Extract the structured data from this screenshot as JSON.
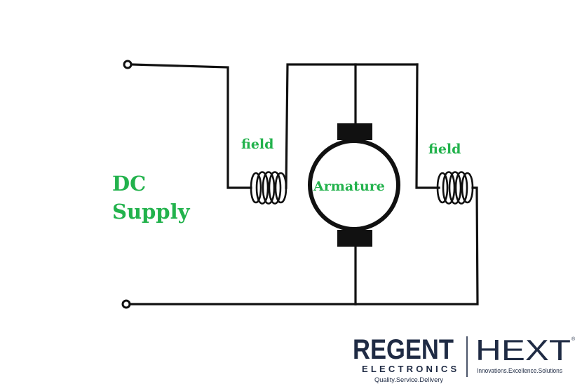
{
  "diagram": {
    "labels": {
      "dc_supply_line1": "DC",
      "dc_supply_line2": "Supply",
      "field_left": "field",
      "field_right": "field",
      "armature": "Armature"
    }
  },
  "logo": {
    "regent": "REGENT",
    "electronics": "ELECTRONICS",
    "regent_tagline": "Quality.Service.Delivery",
    "hext": "HEXT",
    "registered": "®",
    "hext_tagline": "Innovations.Excellence.Solutions"
  },
  "colors": {
    "label_green": "#22b24c",
    "wire": "#111111",
    "brand_navy": "#1f2b44"
  }
}
